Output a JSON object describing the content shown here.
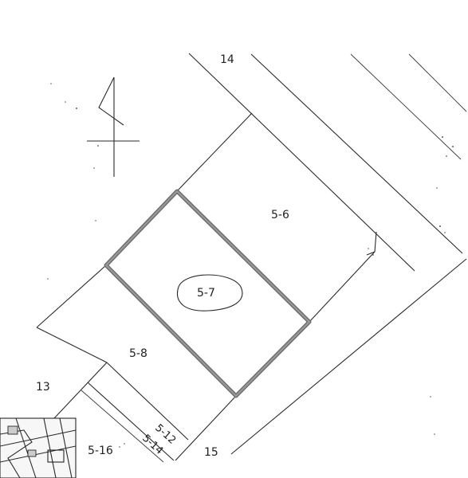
{
  "labels": {
    "road_top": "14",
    "road_left": "13",
    "road_bottom": "15",
    "parcel_5_6": "5-6",
    "parcel_5_7": "5-7",
    "parcel_5_8": "5-8",
    "parcel_5_12": "5-12",
    "parcel_5_14": "5-14",
    "parcel_5_16": "5-16"
  },
  "icons": {
    "north_arrow": "north-arrow-icon",
    "inset_map": "inset-map-thumbnail"
  },
  "colors": {
    "line": "#2a2a2a",
    "highlight": "#6e6e6e",
    "paper": "#ffffff"
  }
}
